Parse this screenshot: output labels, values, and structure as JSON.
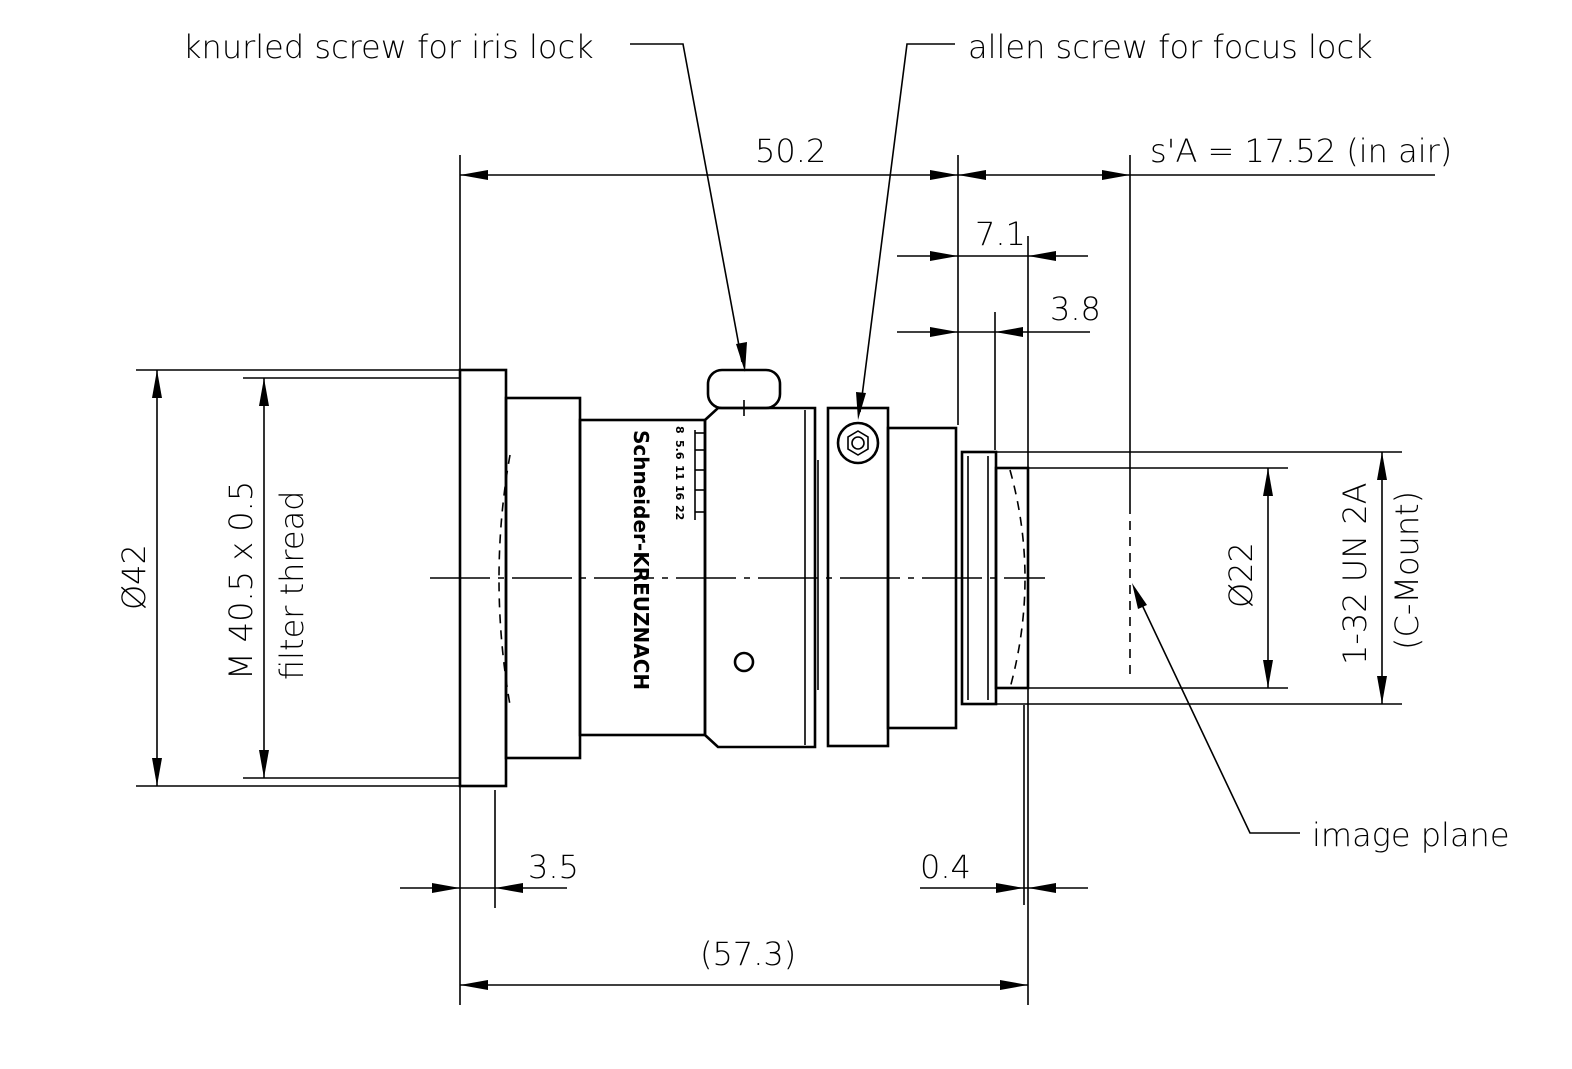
{
  "labels": {
    "iris_lock": "knurled screw for iris lock",
    "focus_lock": "allen screw for focus lock",
    "image_plane": "image plane",
    "flange_distance": "s'A  =  17.52  (in air)",
    "filter_thread_size": "M 40.5 x 0.5",
    "filter_thread": "filter thread",
    "mount_thread": "1-32 UN 2A",
    "mount_type": "(C-Mount)"
  },
  "dimensions": {
    "body_length": "50.2",
    "dim_7_1": "7.1",
    "dim_3_8": "3.8",
    "front_diameter": "Ø42",
    "rear_diameter": "Ø22",
    "dim_3_5": "3.5",
    "dim_0_4": "0.4",
    "total_length": "(57.3)"
  },
  "lens_markings": {
    "brand": "Schneider-KREUZNACH",
    "aperture_scale": [
      "8",
      "5.6",
      "11",
      "16",
      "22"
    ]
  }
}
